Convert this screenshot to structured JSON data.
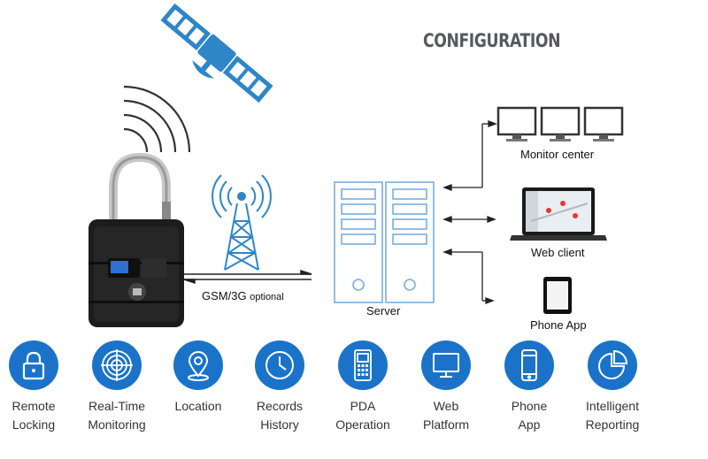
{
  "title": "CONFIGURATION",
  "link_label": "GSM/3G",
  "link_note": "optional",
  "nodes": {
    "server": "Server",
    "monitor": "Monitor center",
    "web": "Web client",
    "phone": "Phone App"
  },
  "features": [
    {
      "label": "Remote\nLocking",
      "icon": "lock-icon"
    },
    {
      "label": "Real-Time\nMonitoring",
      "icon": "radar-icon"
    },
    {
      "label": "Location",
      "icon": "location-pin-icon"
    },
    {
      "label": "Records\nHistory",
      "icon": "clock-icon"
    },
    {
      "label": "PDA\nOperation",
      "icon": "pda-icon"
    },
    {
      "label": "Web\nPlatform",
      "icon": "monitor-icon"
    },
    {
      "label": "Phone\nApp",
      "icon": "phone-icon"
    },
    {
      "label": "Intelligent\nReporting",
      "icon": "pie-chart-icon"
    }
  ],
  "colors": {
    "blue": "#1b73c9",
    "satellite": "#2e86c9",
    "diagram_line": "#77aee0"
  }
}
